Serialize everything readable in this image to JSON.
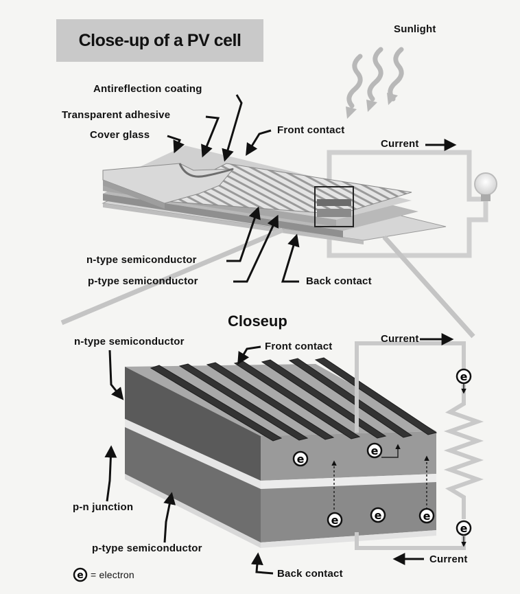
{
  "title": "Close-up of a PV cell",
  "top": {
    "sunlight": "Sunlight",
    "antireflection": "Antireflection coating",
    "adhesive": "Transparent adhesive",
    "cover_glass": "Cover glass",
    "front_contact": "Front contact",
    "current": "Current",
    "n_type": "n-type semiconductor",
    "p_type": "p-type semiconductor",
    "back_contact": "Back contact"
  },
  "closeup": {
    "title": "Closeup",
    "n_type": "n-type semiconductor",
    "front_contact": "Front contact",
    "current_top": "Current",
    "current_bottom": "Current",
    "pn_junction": "p-n junction",
    "p_type": "p-type semiconductor",
    "back_contact": "Back contact",
    "electron_symbol": "e"
  },
  "legend": {
    "symbol": "e",
    "text": "= electron"
  },
  "colors": {
    "background": "#f5f5f3",
    "n_layer_front": "#5e5e5e",
    "n_layer_side": "#9a9a9a",
    "p_layer_front": "#7a7a7a",
    "junction": "#e6e6e6",
    "contact_bar": "#3c3c3c",
    "wire": "#cccccc"
  }
}
